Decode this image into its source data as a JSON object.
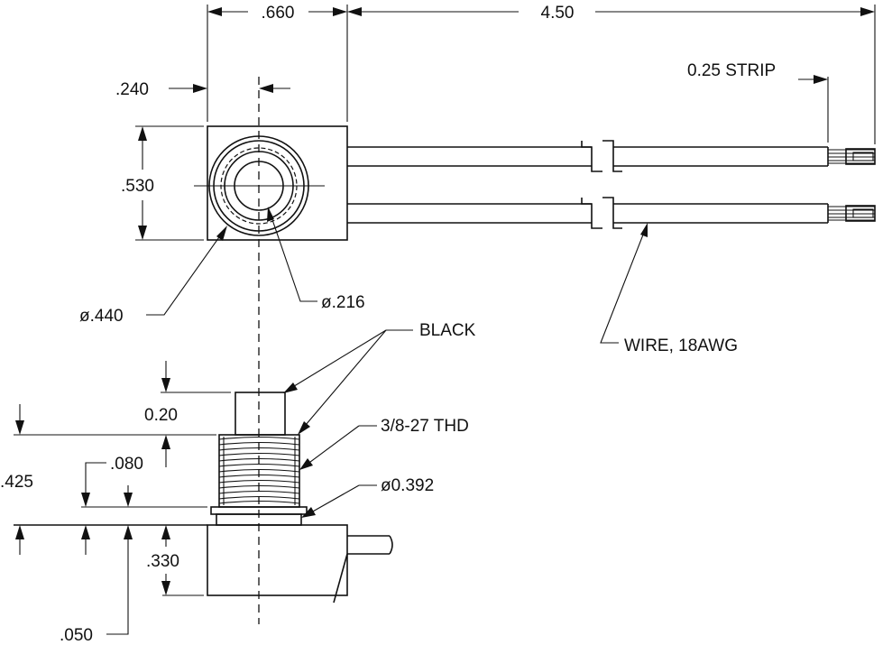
{
  "dimensions": {
    "top_width": ".660",
    "overall_length": "4.50",
    "strip_length": "0.25 STRIP",
    "center_offset": ".240",
    "body_height": ".530",
    "outer_diameter": "ø.440",
    "inner_diameter": "ø.216",
    "cap_height": "0.20",
    "nut_thickness": ".080",
    "total_height": ".425",
    "base_height": ".330",
    "flange_thickness": ".050"
  },
  "callouts": {
    "black": "BLACK",
    "thread": "3/8-27 THD",
    "thread_diameter": "ø0.392",
    "wire": "WIRE, 18AWG"
  }
}
